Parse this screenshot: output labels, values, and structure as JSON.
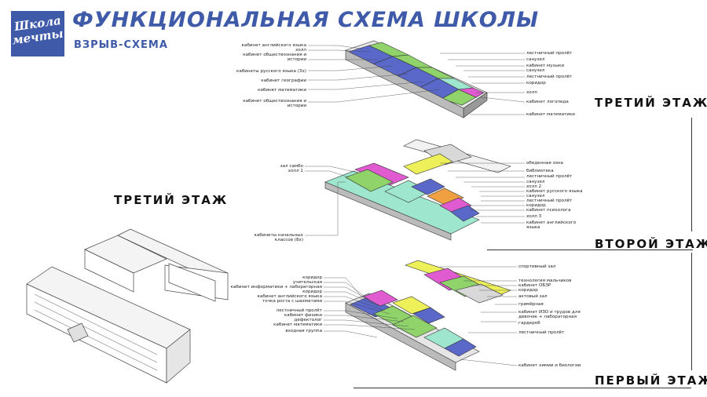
{
  "logo": {
    "line1": "Школа",
    "line2": "мечты"
  },
  "header": {
    "title": "ФУНКЦИОНАЛЬНАЯ СХЕМА ШКОЛЫ",
    "subtitle": "ВЗРЫВ-СХЕМА"
  },
  "floors": {
    "third": "ТРЕТИЙ ЭТАЖ",
    "second": "ВТОРОЙ ЭТАЖ",
    "first": "ПЕРВЫЙ ЭТАЖ",
    "left_label": "ТРЕТИЙ ЭТАЖ"
  },
  "third_floor": {
    "left": [
      "кабинет английского языка",
      "холл",
      "кабинет обществознания и",
      "истории",
      "кабинеты русского языка (3х)",
      "кабинет географии",
      "кабинет математики",
      "кабинет обществознания и",
      "истории"
    ],
    "right": [
      "лестничный пролёт",
      "санузел",
      "кабинет музыки",
      "санузел",
      "лестничный пролёт",
      "коридор",
      "холл",
      "кабинет логопеда",
      "кабинет математики"
    ]
  },
  "second_floor": {
    "left": [
      "зал самбо",
      "холл 1",
      "кабинеты начальных",
      "классов (8х)"
    ],
    "right": [
      "обеденная зона",
      "библиотека",
      "лестничный пролёт",
      "санузел",
      "холл 2",
      "кабинет русского языка",
      "санузел",
      "лестничный пролёт",
      "коридор",
      "кабинет психолога",
      "холл 3",
      "кабинет английского",
      "языка"
    ]
  },
  "first_floor": {
    "left": [
      "коридор",
      "учительская",
      "кабинет информатики + лабораторная",
      "коридор",
      "кабинет английского языка",
      "точка роста с шахматами",
      "лестничный пролёт",
      "кабинет физики",
      "дефектолог",
      "кабинет математики",
      "входная группа"
    ],
    "right": [
      "спортивный зал",
      "технология мальчиков",
      "кабинет ОБЗР",
      "коридор",
      "актовый зал",
      "гримёрная",
      "кабинет ИЗО и трудов для",
      "девочек + лабораторная",
      "гардероб",
      "лестничный пролёт",
      "кабинет химии и биологии"
    ]
  },
  "colors": {
    "brand": "#3e5aa8",
    "green": "#8fd36a",
    "blue": "#5a68c9",
    "mint": "#9fe6cf",
    "magenta": "#e05ad0",
    "yellow": "#eef05a",
    "orange": "#f0a040",
    "gray": "#d8d8d8"
  }
}
